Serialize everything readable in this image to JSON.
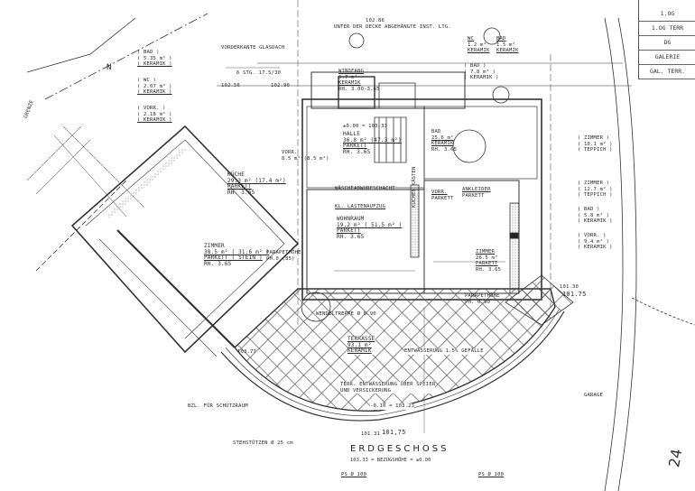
{
  "legend_table": [
    "1.OG",
    "1.OG TERR",
    "DG",
    "GALERIE",
    "GAL. TERR."
  ],
  "north": "N",
  "border": "GRENZE",
  "notes": {
    "glasdach": "VORDERKANTE GLASDACH",
    "installation": "UNTER DER DECKE ABGEHÄNGTE INST. LTG.",
    "top_level": "102.86",
    "lvl_102_56": "102.56",
    "lvl_102_90": "102.90",
    "lvl_103_77": "103.77",
    "lvl_101_30": "101.30",
    "lvl_101_75": "101.75",
    "hall_level": "±0.00 = 103.33",
    "terrace_level": "-0.10 = 103.23",
    "bottom_level": "101.31",
    "bottom_hand": "101,75",
    "stairs": "6 STG. 17.5/30",
    "drainage": "ENTWÄSSERUNG 1.5% GEFÄLLE",
    "terr_drain_1": "TERR. ENTWÄSSERUNG ÜBER SPEIER",
    "terr_drain_2": "UND VERSICKERUNG",
    "shelter": "BZL. FÜR SCHUTZRAUM",
    "columns": "STEHSTÜTZEN Ø 25 cm",
    "garage": "GARAGE",
    "ps1": "PS Ø 100",
    "ps2": "PS Ø 100",
    "spiral": "WENDELTREPPE Ø 0.90",
    "shaft": "WÄSCHEABWURFSCHACHT",
    "lift": "KL. LASTENAUFZUG",
    "wardrobe": "KÜCHEN KÄSTEN"
  },
  "rooms": {
    "bad_left": [
      "( BAD )",
      "( 5.35 m² )",
      "( KERAMIK )"
    ],
    "wc_left": [
      "( WC )",
      "( 2.07 m² )",
      "( KERAMIK )"
    ],
    "vorr_left": [
      "( VORR. )",
      "( 2.18 m² )",
      "( KERAMIK )"
    ],
    "windfang": [
      "WINDFANG",
      "6.7 m²",
      "KERAMIK",
      "RH. 3.00-3.65"
    ],
    "wc_top": [
      "WC",
      "1.2 m²",
      "KERAMIK"
    ],
    "bad_top": [
      "BAD",
      "1.5 m²",
      "KERAMIK"
    ],
    "bad_78": [
      "( BAD )",
      "( 7.8 m² )",
      "( KERAMIK )"
    ],
    "halle": [
      "HALLE",
      "36.8 m² (47.3 m²)",
      "PARKETT",
      "RH. 3.65"
    ],
    "bad_256": [
      "BAD",
      "25.6 m²",
      "KERAMIK",
      "RH. 3.65"
    ],
    "wohnraum": [
      "WOHNRAUM",
      "19.2 m²  ( 51.5 m² )",
      "PARKETT",
      "RH. 3.65"
    ],
    "kueche": [
      "KÜCHE",
      "29.3 m²  (17.4 m²)",
      "PARKETT",
      "RH. 3.65"
    ],
    "zimmer_left": [
      "ZIMMER",
      "38.5 m²  ( 31.6 m² )",
      "PARKETT ( STEIN )",
      "RH. 3.65"
    ],
    "vorr_mid": [
      "VORR.",
      "8.5 m² (8.5 m²)"
    ],
    "parapet_left": [
      "PARAPETHÖHE",
      "PH.0 (85)"
    ],
    "vorr_right": [
      "VORR.",
      "PARKETT"
    ],
    "ankleide": [
      "ANKLEIDER",
      "PARKETT"
    ],
    "zimmer_right": [
      "ZIMMER",
      "26.5 m²",
      "PARKETT",
      "RH. 3.65"
    ],
    "parapet_right": [
      "PARAPETHÖHE",
      "PH. 0.90"
    ],
    "terrasse": [
      "TERRASSE",
      "93.1 m²",
      "KERAMIK"
    ],
    "zimmer_101": [
      "( ZIMMER )",
      "( 10.1 m² )",
      "( TEPPICH )"
    ],
    "zimmer_127": [
      "( ZIMMER )",
      "( 12.7 m² )",
      "( TEPPICH )"
    ],
    "bad_58": [
      "( BAD )",
      "( 5.8 m² )",
      "( KERAMIK )"
    ],
    "vorr_94": [
      "( VORR. )",
      "( 9.4 m² )",
      "( KERAMIK )"
    ]
  },
  "title": "ERDGESCHOSS",
  "subtitle": "103.33 = BEZUGSHÖHE = ±0.00",
  "page_number": "24"
}
